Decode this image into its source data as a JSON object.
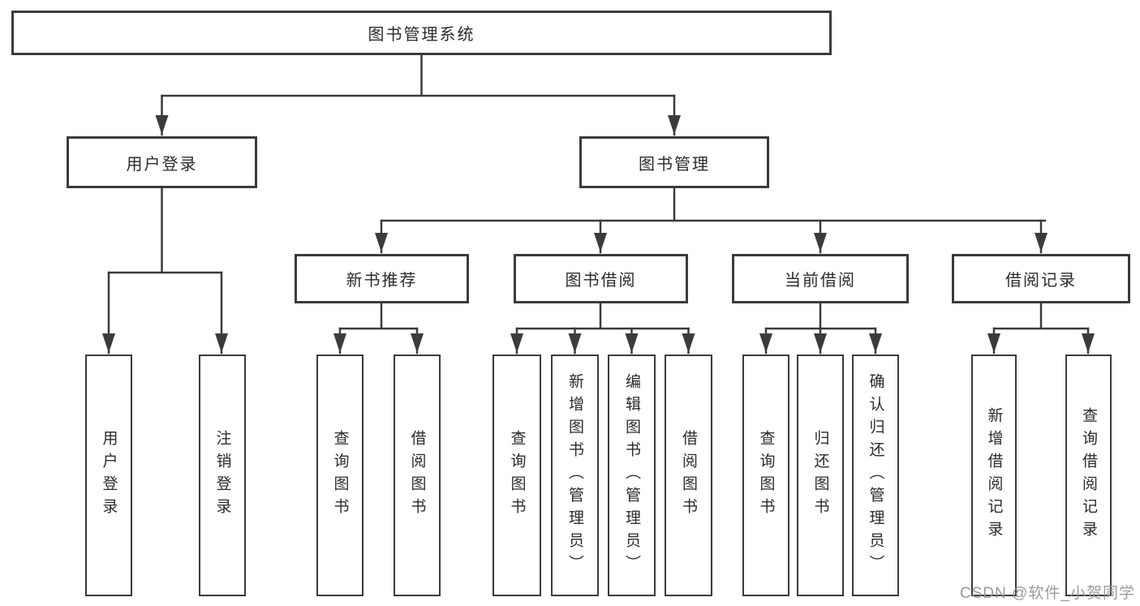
{
  "diagram": {
    "type": "hierarchy-tree",
    "colors": {
      "line": "#3b3b3b",
      "box_border": "#3b3b3b",
      "box_fill": "#ffffff",
      "text": "#2b2b2b",
      "watermark": "#969696"
    },
    "nodes": {
      "root": {
        "label": "图书管理系统"
      },
      "user_login": {
        "label": "用户登录"
      },
      "book_mgmt": {
        "label": "图书管理"
      },
      "new_book": {
        "label": "新书推荐"
      },
      "book_borrow": {
        "label": "图书借阅"
      },
      "current_borrow": {
        "label": "当前借阅"
      },
      "borrow_record": {
        "label": "借阅记录"
      },
      "leaf_user_login": {
        "label": "用户登录"
      },
      "leaf_logout": {
        "label": "注销登录"
      },
      "leaf_nb_query": {
        "label": "查询图书"
      },
      "leaf_nb_borrow": {
        "label": "借阅图书"
      },
      "leaf_bb_query": {
        "label": "查询图书"
      },
      "leaf_bb_add": {
        "label": "新增图书（管理员）"
      },
      "leaf_bb_edit": {
        "label": "编辑图书（管理员）"
      },
      "leaf_bb_borrow": {
        "label": "借阅图书"
      },
      "leaf_cb_query": {
        "label": "查询图书"
      },
      "leaf_cb_return": {
        "label": "归还图书"
      },
      "leaf_cb_confirm": {
        "label": "确认归还（管理员）"
      },
      "leaf_br_add": {
        "label": "新增借阅记录"
      },
      "leaf_br_query": {
        "label": "查询借阅记录"
      }
    },
    "edges": [
      [
        "root",
        "user_login"
      ],
      [
        "root",
        "book_mgmt"
      ],
      [
        "user_login",
        "leaf_user_login"
      ],
      [
        "user_login",
        "leaf_logout"
      ],
      [
        "book_mgmt",
        "new_book"
      ],
      [
        "book_mgmt",
        "book_borrow"
      ],
      [
        "book_mgmt",
        "current_borrow"
      ],
      [
        "book_mgmt",
        "borrow_record"
      ],
      [
        "new_book",
        "leaf_nb_query"
      ],
      [
        "new_book",
        "leaf_nb_borrow"
      ],
      [
        "book_borrow",
        "leaf_bb_query"
      ],
      [
        "book_borrow",
        "leaf_bb_add"
      ],
      [
        "book_borrow",
        "leaf_bb_edit"
      ],
      [
        "book_borrow",
        "leaf_bb_borrow"
      ],
      [
        "current_borrow",
        "leaf_cb_query"
      ],
      [
        "current_borrow",
        "leaf_cb_return"
      ],
      [
        "current_borrow",
        "leaf_cb_confirm"
      ],
      [
        "borrow_record",
        "leaf_br_add"
      ],
      [
        "borrow_record",
        "leaf_br_query"
      ]
    ],
    "watermark": "CSDN @软件_小贺同学"
  }
}
